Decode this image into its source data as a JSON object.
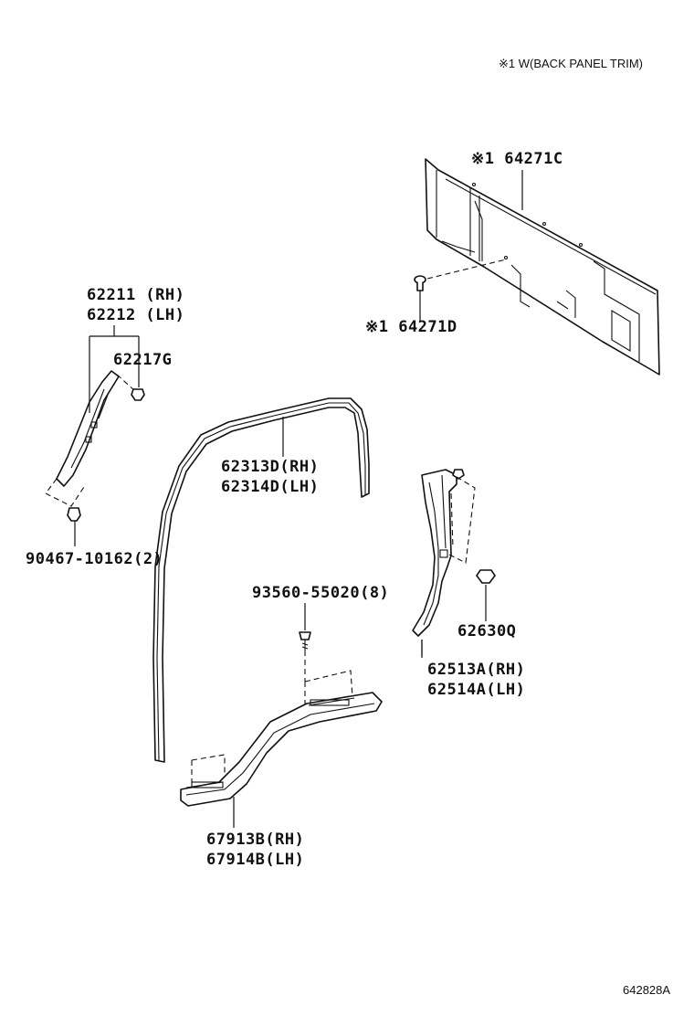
{
  "note": "※1 W(BACK PANEL TRIM)",
  "diagram_code": "642828A",
  "labels": {
    "p64271c": "※1 64271C",
    "p64271d": "※1 64271D",
    "p62211": "62211 (RH)",
    "p62212": "62212 (LH)",
    "p62217g": "62217G",
    "p90467": "90467-10162(2)",
    "p62313d": "62313D(RH)",
    "p62314d": "62314D(LH)",
    "p93560": "93560-55020(8)",
    "p62630q": "62630Q",
    "p62513a": "62513A(RH)",
    "p62514a": "62514A(LH)",
    "p67913b": "67913B(RH)",
    "p67914b": "67914B(LH)"
  }
}
